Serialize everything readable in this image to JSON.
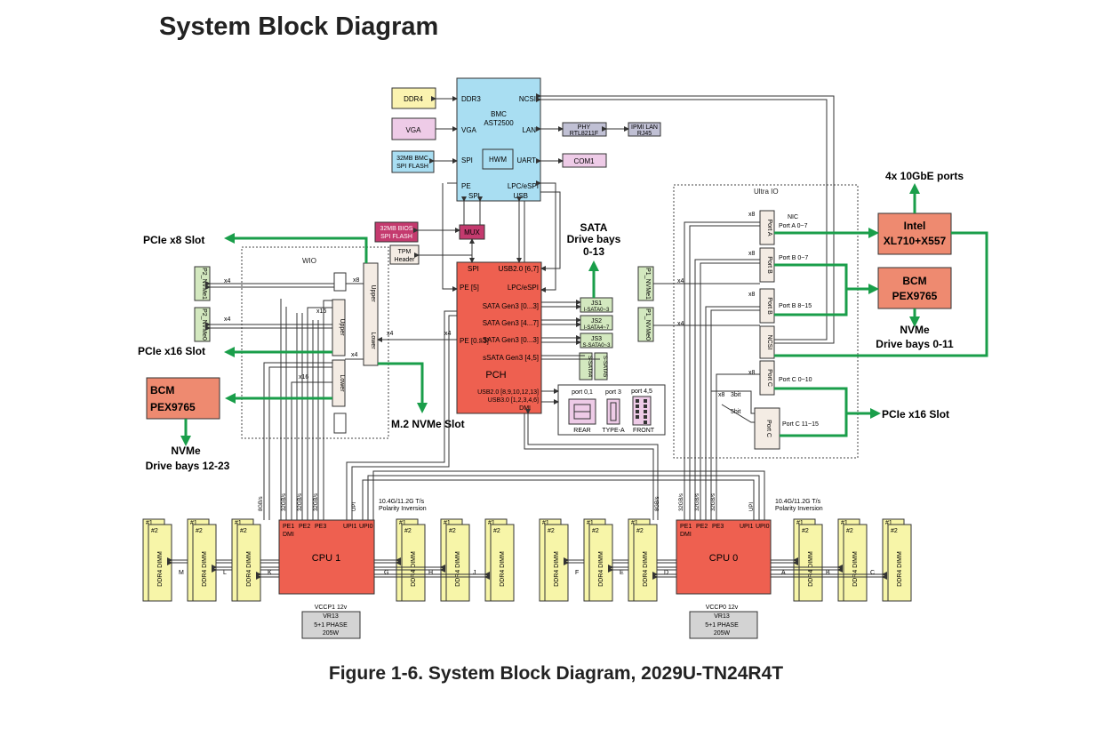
{
  "title": "System Block Diagram",
  "caption": "Figure 1-6. System Block Diagram, 2029U-TN24R4T",
  "colors": {
    "bmc": "#a9def2",
    "pch": "#ee6050",
    "cpu": "#ee6050",
    "dimm": "#f7f5a8",
    "ddr4": "#fbf3b0",
    "vga": "#eecbe7",
    "spiflash": "#a9def2",
    "phy": "#c0c0d4",
    "mux": "#c43a6e",
    "nvme": "#d3e8bf",
    "bcm": "#ee8a70",
    "green": "#1a9e4a",
    "gray": "#d3d3d3",
    "riser": "#f4ece4"
  },
  "bmc": {
    "name": "BMC",
    "model": "AST2500",
    "ddr": "DDR3",
    "vga": "VGA",
    "spi": "SPI",
    "hwm": "HWM",
    "ncsi": "NCSI",
    "lan": "LAN",
    "uart": "UART",
    "pe": "PE",
    "spi2": "SPI",
    "lpc": "LPC/eSPI",
    "usb": "USB"
  },
  "bmc_periph": {
    "ddr4": "DDR4",
    "vga": "VGA",
    "flash1": "32MB BMC",
    "flash2": "SPI FLASH",
    "phy1": "PHY",
    "phy2": "RTL8211F",
    "ipmi1": "IPMI LAN",
    "ipmi2": "RJ45",
    "com": "COM1"
  },
  "bios": {
    "line1": "32MB BIOS",
    "line2": "SPI FLASH"
  },
  "mux": "MUX",
  "tpm": {
    "line1": "TPM",
    "line2": "Header"
  },
  "pch": {
    "name": "PCH",
    "spi": "SPI",
    "usb2": "USB2.0 [6,7]",
    "pe5": "PE [5]",
    "lpc": "LPC/eSPI",
    "sata1": "SATA Gen3 [0...3]",
    "sata2": "SATA Gen3 [4...7]",
    "pe03": "PE [0...3]",
    "ssata1": "sSATA Gen3 [0...3]",
    "ssata2": "sSATA Gen3 [4,5]",
    "usb_a": "USB2.0 [8,9,10,12,13]",
    "usb_b": "USB3.0 [1,2,3,4,6]",
    "dmi": "DMI"
  },
  "sata_conn": [
    {
      "name": "JS1",
      "sub": "I-SATA0~3"
    },
    {
      "name": "JS2",
      "sub": "I-SATA4~7"
    },
    {
      "name": "JS3",
      "sub": "S-SATA0~3"
    }
  ],
  "ssata_ports": [
    "S-SATA4",
    "S-SATA5"
  ],
  "usb_ports": {
    "p01": "port 0,1",
    "p3": "port 3",
    "p45": "port 4,5",
    "rear": "REAR",
    "typea": "TYPE-A",
    "front": "FRONT"
  },
  "labels": {
    "sata_bays_1": "SATA",
    "sata_bays_2": "Drive bays",
    "sata_bays_3": "0-13",
    "pcie_x8": "PCIe x8 Slot",
    "pcie_x16_left": "PCIe x16 Slot",
    "pcie_x16_right": "PCIe x16 Slot",
    "m2": "M.2 NVMe Slot",
    "nvme_left_1": "NVMe",
    "nvme_left_2": "Drive bays 12-23",
    "nvme_right_1": "NVMe",
    "nvme_right_2": "Drive bays 0-11",
    "ten_gbe": "4x 10GbE ports"
  },
  "wio": {
    "title": "WIO",
    "upper": "Upper",
    "lower": "Lower",
    "upper2": "Upper",
    "lower2": "Lower",
    "x8": "x8",
    "x16a": "x16",
    "x16b": "x16",
    "x4a": "x4",
    "x4b": "x4",
    "x4c": "x4",
    "x4d": "x4",
    "x4e": "x4"
  },
  "nvme_left": [
    {
      "a": "P2_NVMe1"
    },
    {
      "a": "P2_NVMe0"
    }
  ],
  "nvme_right": [
    {
      "a": "P1_NVMe1"
    },
    {
      "a": "P1_NVMe0"
    }
  ],
  "bcm_left": {
    "line1": "BCM",
    "line2": "PEX9765"
  },
  "bcm_right": {
    "line1": "BCM",
    "line2": "PEX9765"
  },
  "intel": {
    "line1": "Intel",
    "line2": "XL710+X557"
  },
  "ultraio": {
    "title": "Ultra IO",
    "nic": "NIC",
    "port_a_range": "Port A 0~7",
    "port_b1_range": "Port B 0~7",
    "port_b2_range": "Port B 8~15",
    "port_c1_range": "Port C 0~10",
    "port_c2_range": "Port C 11~15",
    "port_a": "Port A",
    "port_b1": "Port B",
    "port_b2": "Port B",
    "ncsi": "NCSI",
    "port_c1": "Port C",
    "port_c2": "Port C",
    "x8a": "x8",
    "x8b": "x8",
    "x8c": "x8",
    "x8d": "x8",
    "x8e": "x8",
    "x4a": "x4",
    "x4b": "x4",
    "bit3": "3bit",
    "bit5": "5bit"
  },
  "cpu1": {
    "name": "CPU 1",
    "pe1": "PE1",
    "pe2": "PE2",
    "pe3": "PE3",
    "dmi": "DMI",
    "upi1": "UPI1",
    "upi0": "UPI0",
    "upi": "UPI",
    "speed": "10.4G/11.2G T/s",
    "polarity": "Polarity Inversion",
    "bw1": "8GB/s",
    "bw2": "32GB/s",
    "bw3": "32GB/s",
    "bw4": "32GB/s",
    "vr1": "VCCP1 12v",
    "vr2": "VR13",
    "vr3": "5+1 PHASE",
    "vr4": "205W"
  },
  "cpu0": {
    "name": "CPU 0",
    "pe1": "PE1",
    "pe2": "PE2",
    "pe3": "PE3",
    "dmi": "DMI",
    "upi1": "UPI1",
    "upi0": "UPI0",
    "upi": "UPI",
    "speed": "10.4G/11.2G T/s",
    "polarity": "Polarity Inversion",
    "bw1": "8GB/s",
    "bw2": "32GB/s",
    "bw3": "32GB/s",
    "bw4": "32GB/s",
    "vr1": "VCCP0 12v",
    "vr2": "VR13",
    "vr3": "5+1 PHASE",
    "vr4": "205W"
  },
  "dimm": {
    "slot1": "#1",
    "slot2": "#2",
    "type": "DDR4 DIMM"
  },
  "channels_cpu1": [
    "M",
    "L",
    "K",
    "G",
    "H",
    "J"
  ],
  "channels_cpu0": [
    "F",
    "E",
    "D",
    "A",
    "B",
    "C"
  ]
}
